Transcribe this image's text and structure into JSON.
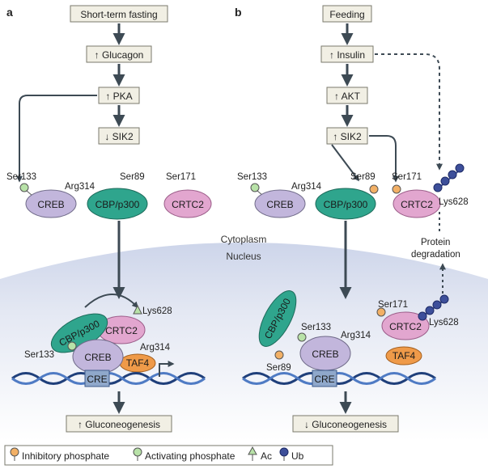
{
  "panel_a": {
    "label": "a",
    "boxes": {
      "fasting": "Short-term fasting",
      "glucagon": "↑ Glucagon",
      "pka": "↑ PKA",
      "sik2": "↓ SIK2",
      "output": "↑ Gluconeogenesis"
    },
    "proteins": {
      "creb": "CREB",
      "cbp": "CBP/p300",
      "crtc2": "CRTC2",
      "creb_nuc": "CREB",
      "cbp_nuc": "CBP/p300",
      "crtc2_nuc": "CRTC2",
      "taf4": "TAF4",
      "cre": "CRE"
    },
    "sites": {
      "ser133": "Ser133",
      "arg314": "Arg314",
      "ser89": "Ser89",
      "ser171": "Ser171",
      "lys628": "Lys628",
      "ser133_nuc": "Ser133",
      "arg314_nuc": "Arg314"
    }
  },
  "panel_b": {
    "label": "b",
    "boxes": {
      "feeding": "Feeding",
      "insulin": "↑ Insulin",
      "akt": "↑ AKT",
      "sik2": "↑ SIK2",
      "output": "↓ Gluconeogenesis"
    },
    "proteins": {
      "creb": "CREB",
      "cbp": "CBP/p300",
      "crtc2": "CRTC2",
      "creb_nuc": "CREB",
      "cbp_nuc": "CBP/p300",
      "crtc2_nuc": "CRTC2",
      "taf4": "TAF4",
      "cre": "CRE"
    },
    "sites": {
      "ser133": "Ser133",
      "arg314": "Arg314",
      "ser89": "Ser89",
      "ser171": "Ser171",
      "lys628": "Lys628",
      "ser133_nuc": "Ser133",
      "arg314_nuc": "Arg314",
      "ser89_nuc": "Ser89",
      "ser171_nuc": "Ser171",
      "lys628_nuc": "Lys628"
    },
    "degradation": "Protein degradation"
  },
  "compartments": {
    "cytoplasm": "Cytoplasm",
    "nucleus": "Nucleus"
  },
  "legend": {
    "inhibitory": "Inhibitory phosphate",
    "activating": "Activating phosphate",
    "ac": "Ac",
    "ub": "Ub"
  },
  "colors": {
    "box_fill": "#f1efe4",
    "box_stroke": "#7a7a6c",
    "arrow": "#3d4a54",
    "creb": "#c2b6dc",
    "cbp": "#2fa58d",
    "crtc2": "#e2a6cf",
    "taf4": "#ef9a49",
    "cre": "#8fa8cb",
    "inhibitory": "#f2b066",
    "activating": "#b8e2a8",
    "ub": "#3d4f9a",
    "nucleus": "#dfe4f1"
  }
}
